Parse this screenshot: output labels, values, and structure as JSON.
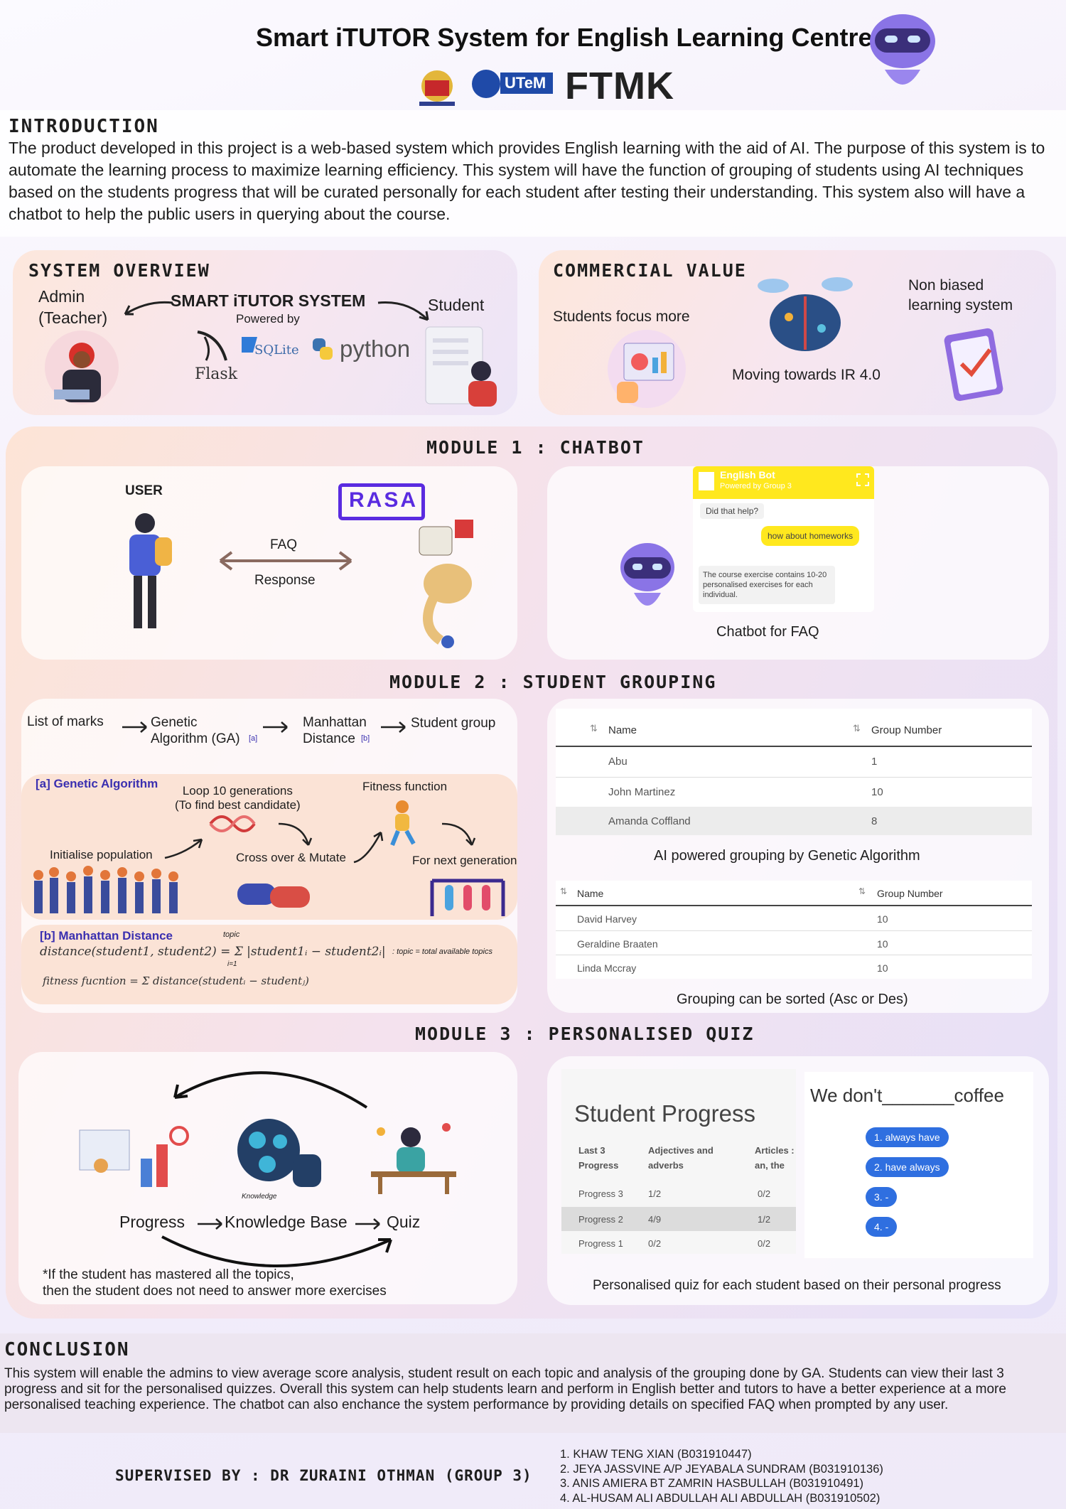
{
  "header": {
    "title": "Smart iTUTOR System for English Learning Centre",
    "logos": [
      "UTeM",
      "FTMK"
    ]
  },
  "introduction": {
    "heading": "INTRODUCTION",
    "body": "The product developed in this project is a web-based system which provides English learning with the aid of AI. The purpose of this system is to automate the learning process to maximize  learning efficiency. This system will have the function of grouping of students using AI techniques based on the students progress that will be curated personally for each student after testing their understanding. This system also will have a chatbot to help the public users in querying about the course."
  },
  "overview": {
    "heading": "SYSTEM  OVERVIEW",
    "admin": "Admin\n(Teacher)",
    "system": "SMART iTUTOR SYSTEM",
    "powered": "Powered by",
    "student": "Student",
    "tech": [
      "Flask",
      "SQLite",
      "python"
    ]
  },
  "commercial": {
    "heading": "COMMERCIAL  VALUE",
    "focus": "Students focus more",
    "ir": "Moving towards IR 4.0",
    "bias": "Non biased\nlearning system"
  },
  "module1": {
    "heading": "MODULE  1  :  CHATBOT",
    "user": "USER",
    "rasa": "RASA",
    "faq": "FAQ",
    "response": "Response",
    "bot_title": "English Bot",
    "bot_sub": "Powered by Group 3",
    "msg1": "Did that help?",
    "msg2": "how about homeworks",
    "msg3": "The course exercise contains 10-20 personalised exercises for each individual.",
    "caption": "Chatbot for FAQ"
  },
  "module2": {
    "heading": "MODULE  2  :  STUDENT  GROUPING",
    "flow": [
      "List of marks",
      "Genetic\nAlgorithm (GA)",
      "Manhattan\nDistance",
      "Student  group"
    ],
    "ref_a": "[a]",
    "ref_b": "[b]",
    "ga_title": "[a] Genetic Algorithm",
    "loop": "Loop 10 generations\n(To find best candidate)",
    "fitness": "Fitness function",
    "init": "Initialise population",
    "cross": "Cross over & Mutate",
    "next": "For next generation",
    "md_title": "[b] Manhattan Distance",
    "formula1": "distance(student1, student2) = Σ |student1ᵢ − student2ᵢ|",
    "sum_top": "topic",
    "sum_bot": "i=1",
    "note": ": topic = total available topics",
    "formula2": "fitness fucntion = Σ distance(studentᵢ − studentⱼ)",
    "table1": {
      "headers": [
        "Name",
        "Group Number"
      ],
      "rows": [
        [
          "Abu",
          "1"
        ],
        [
          "John Martinez",
          "10"
        ],
        [
          "Amanda Coffland",
          "8"
        ]
      ]
    },
    "caption1": "AI powered grouping by Genetic Algorithm",
    "table2": {
      "headers": [
        "Name",
        "Group Number"
      ],
      "rows": [
        [
          "David Harvey",
          "10"
        ],
        [
          "Geraldine Braaten",
          "10"
        ],
        [
          "Linda Mccray",
          "10"
        ]
      ]
    },
    "caption2": "Grouping can be sorted (Asc or Des)"
  },
  "module3": {
    "heading": "MODULE  3  :  PERSONALISED  QUIZ",
    "progress": "Progress",
    "kb": "Knowledge Base",
    "kb_small": "Knowledge",
    "quiz": "Quiz",
    "footnote": "*If the student has mastered all the topics,\n then the student does not need to answer more exercises",
    "sp_title": "Student Progress",
    "sp_headers": [
      "Last 3\nProgress",
      "Adjectives and\nadverbs",
      "Articles :\nan, the"
    ],
    "sp_rows": [
      [
        "Progress 3",
        "1/2",
        "0/2"
      ],
      [
        "Progress 2",
        "4/9",
        "1/2"
      ],
      [
        "Progress 1",
        "0/2",
        "0/2"
      ]
    ],
    "quiz_q": "We don't_______coffee",
    "quiz_opts": [
      "1. always have",
      "2. have always",
      "3. -",
      "4. -"
    ],
    "caption": "Personalised quiz for each student based on their personal progress"
  },
  "conclusion": {
    "heading": "CONCLUSION",
    "body": "This system will enable the admins to view average score analysis, student result on each topic and analysis of the grouping done by GA.  Students  can view their last 3 progress and sit for the personalised quizzes. Overall this system can help students learn and perform in English better and tutors to have a better experience at a more personalised teaching experience. The chatbot can also enchance the system performance by providing details on specified FAQ when prompted by any user."
  },
  "footer": {
    "supervised": "SUPERVISED  BY  :  DR  ZURAINI  OTHMAN  (GROUP  3)",
    "members": [
      "1. KHAW TENG XIAN (B031910447)",
      "2. JEYA JASSVINE A/P JEYABALA SUNDRAM (B031910136)",
      "3. ANIS AMIERA BT ZAMRIN HASBULLAH (B031910491)",
      "4. AL-HUSAM ALI ABDULLAH ALI ABDULLAH (B031910502)"
    ]
  },
  "colors": {
    "accent": "#6b4fd8",
    "purple_text": "#3a2fb0",
    "chip": "#2f6fe0"
  }
}
